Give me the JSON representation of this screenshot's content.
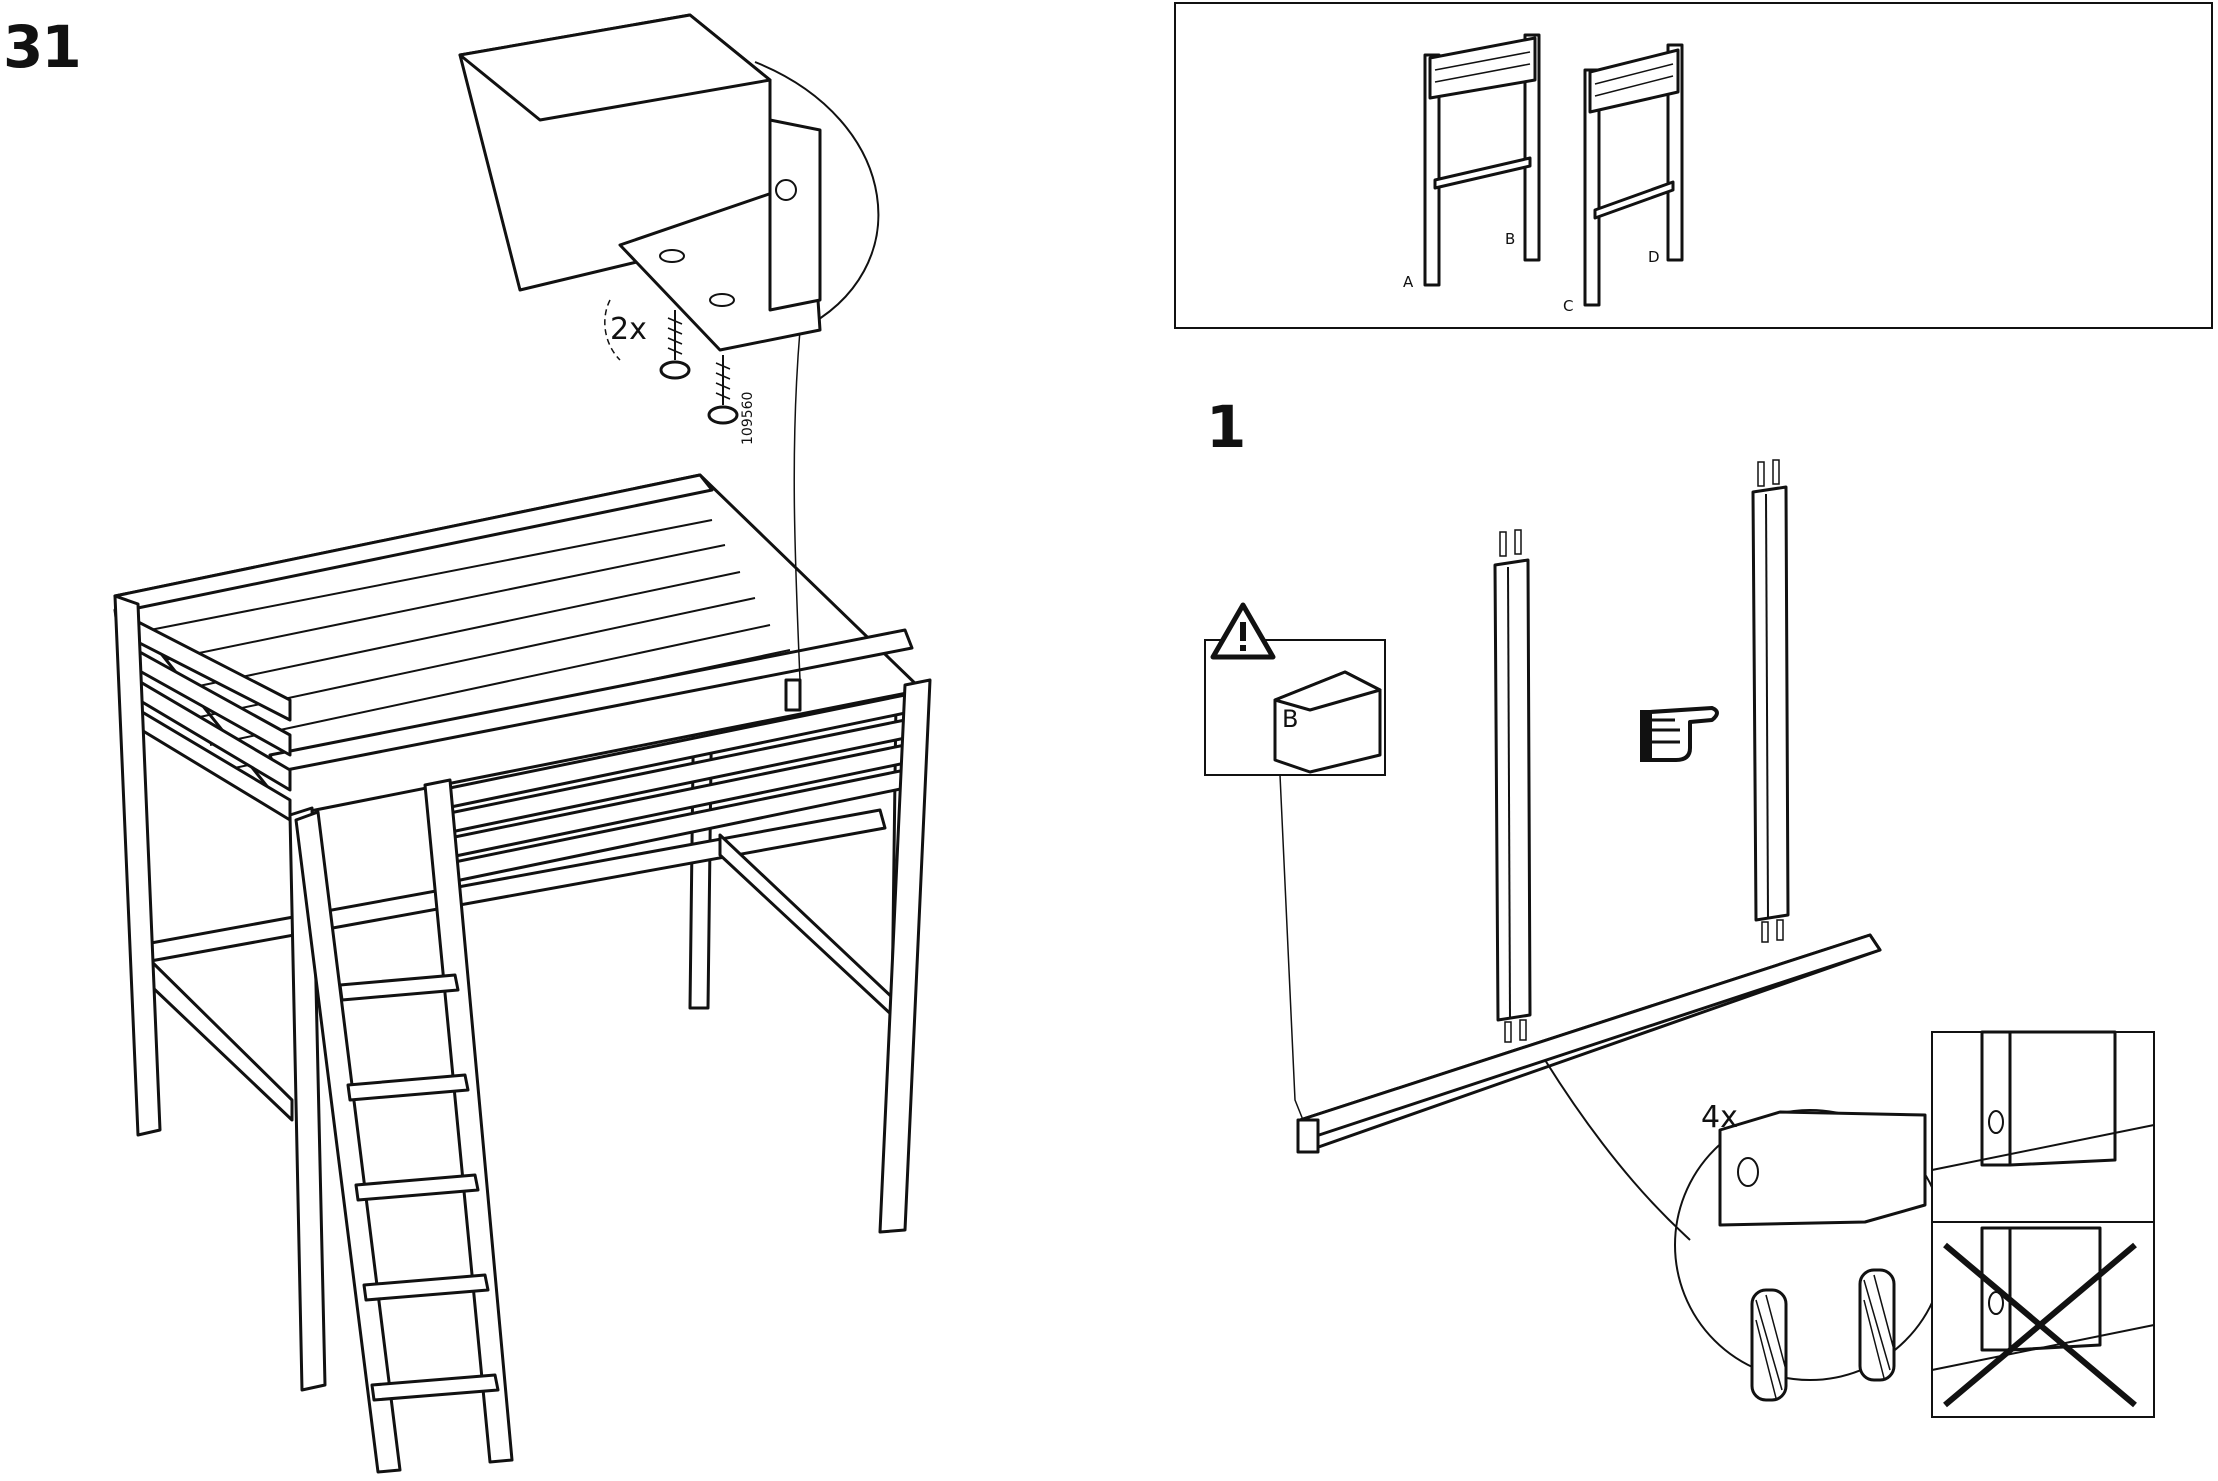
{
  "steps": {
    "left": "31",
    "right": "1"
  },
  "left_panel": {
    "screw_qty": "2x",
    "part_number": "109560"
  },
  "overview_panel": {
    "labels": [
      "A",
      "B",
      "C",
      "D"
    ]
  },
  "step1_panel": {
    "warning_label": "B",
    "dowel_qty": "4x"
  },
  "icons": [
    "warning-triangle-icon",
    "pointing-hand-icon",
    "cross-icon"
  ]
}
